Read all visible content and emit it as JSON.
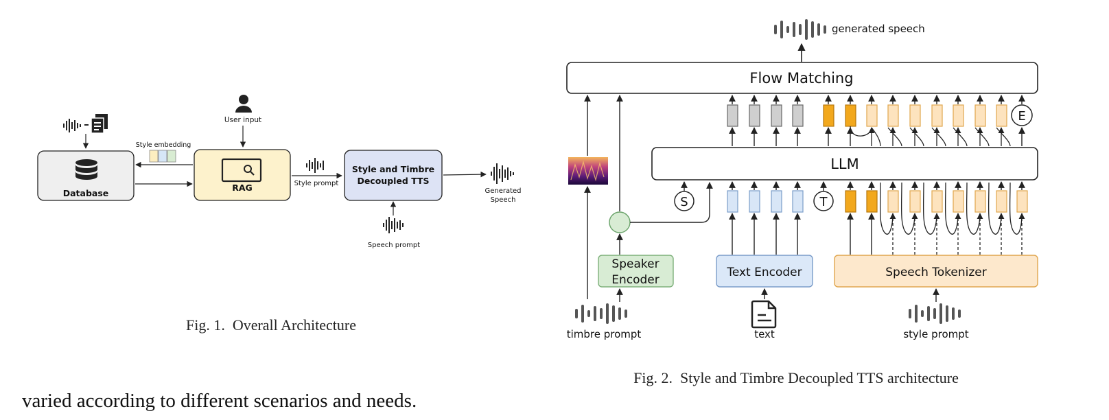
{
  "fig1": {
    "database_label": "Database",
    "rag_label": "RAG",
    "tts_label_line1": "Style and Timbre",
    "tts_label_line2": "Decoupled TTS",
    "user_input_label": "User input",
    "style_embedding_label": "Style embedding",
    "style_prompt_label": "Style prompt",
    "speech_prompt_label": "Speech prompt",
    "generated_speech_line1": "Generated",
    "generated_speech_line2": "Speech",
    "caption": "Fig. 1.  Overall Architecture",
    "colors": {
      "database_fill": "#efefef",
      "rag_fill": "#fdf2cc",
      "tts_fill": "#dde3f5",
      "embedding_1": "#fdeec0",
      "embedding_2": "#d6e6f7",
      "embedding_3": "#d8ecd2"
    }
  },
  "body_text": "varied according to different scenarios and needs.",
  "fig2": {
    "flow_matching_label": "Flow Matching",
    "llm_label": "LLM",
    "speaker_encoder_line1": "Speaker",
    "speaker_encoder_line2": "Encoder",
    "text_encoder_label": "Text Encoder",
    "speech_tokenizer_label": "Speech Tokenizer",
    "generated_speech_label": "generated speech",
    "timbre_prompt_label": "timbre prompt",
    "text_label": "text",
    "style_prompt_label": "style prompt",
    "token_s": "S",
    "token_t": "T",
    "token_e": "E",
    "caption": "Fig. 2.  Style and Timbre Decoupled TTS architecture",
    "colors": {
      "gray_token": "#cfcfcf",
      "orange_token": "#f2a81d",
      "light_orange_token": "#fde3be",
      "blue_token": "#d8e6f7",
      "speaker_fill": "#d8ecd4",
      "text_encoder_fill": "#dbe8f8",
      "tokenizer_fill": "#fde8cc"
    }
  }
}
